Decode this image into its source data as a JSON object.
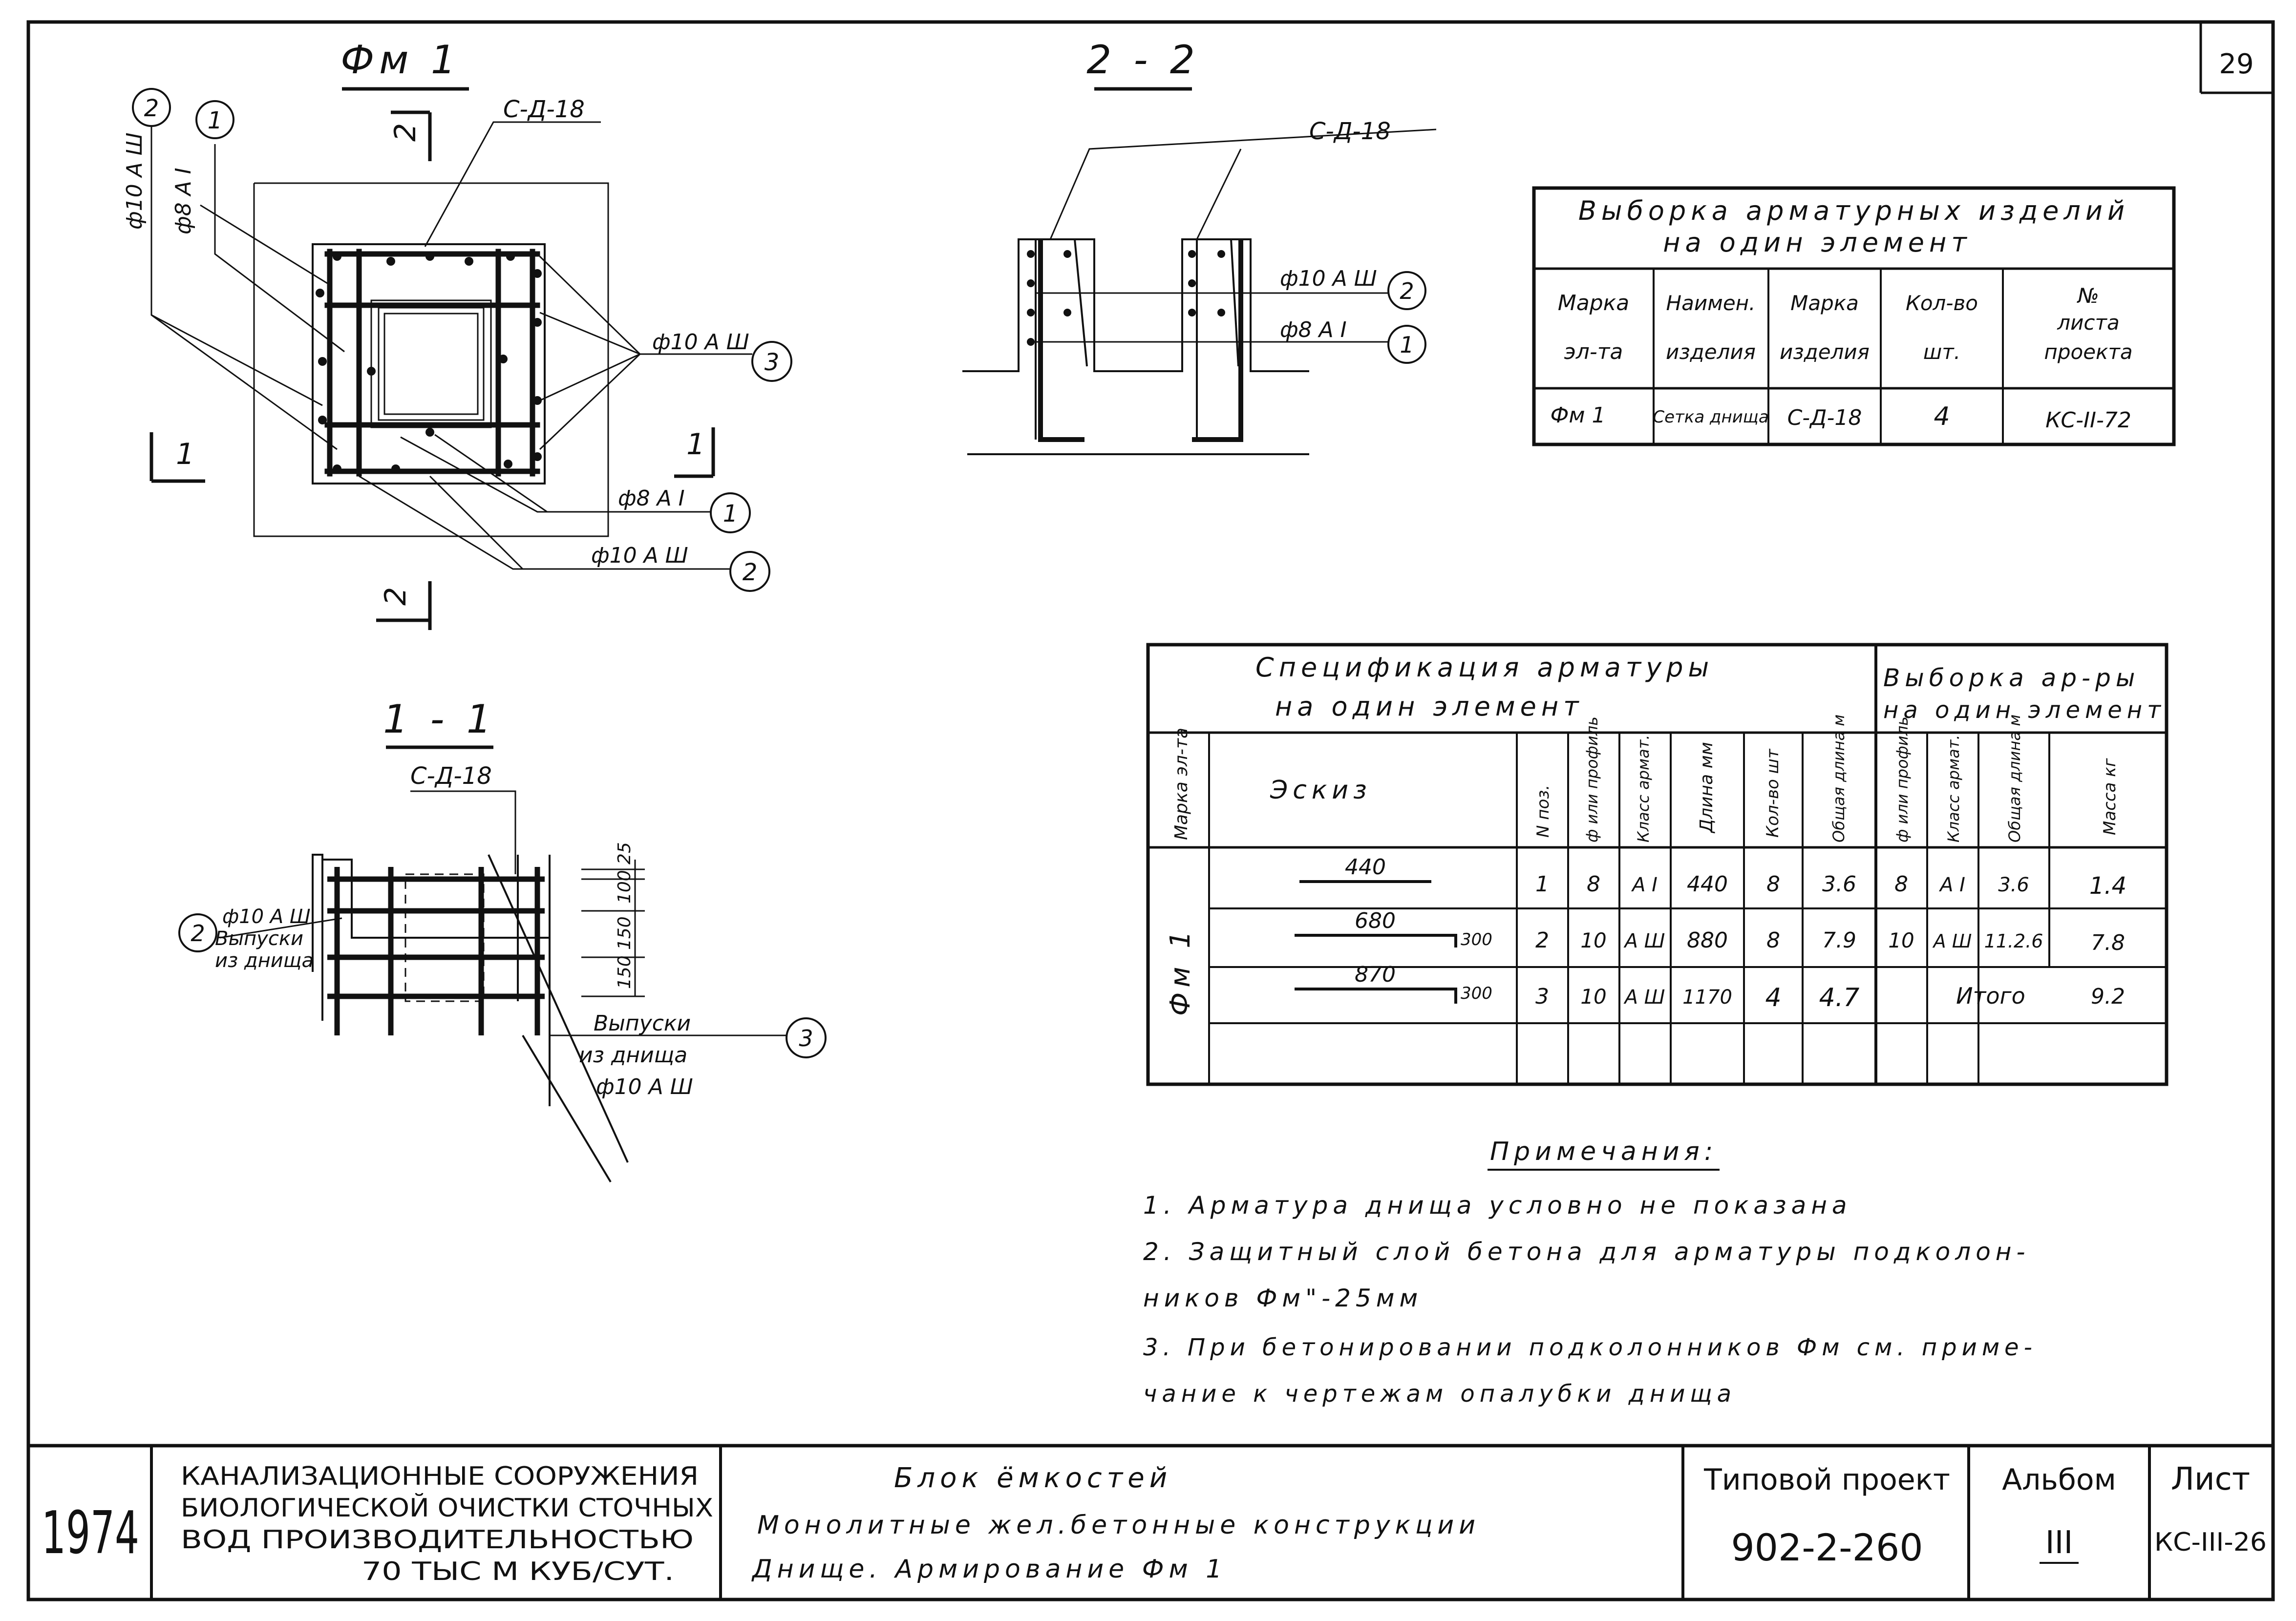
{
  "sheet_number": "29",
  "views": {
    "plan": {
      "title": "Фм 1",
      "section_mark": "2",
      "section_mark_1": "1",
      "mesh_label": "С-Д-18",
      "callouts": [
        {
          "text": "ф10 А Ш",
          "num": "2"
        },
        {
          "text": "ф8 А I",
          "num": "1"
        },
        {
          "text": "ф10 А Ш",
          "num": "3"
        },
        {
          "text": "ф8 А I",
          "num": "1"
        },
        {
          "text": "ф10 А Ш",
          "num": "2"
        }
      ]
    },
    "section_2_2": {
      "title": "2 - 2",
      "mesh_label": "С-Д-18",
      "callouts": [
        {
          "text": "ф10 А Ш",
          "num": "2"
        },
        {
          "text": "ф8 А I",
          "num": "1"
        }
      ]
    },
    "section_1_1": {
      "title": "1 - 1",
      "mesh_label": "С-Д-18",
      "left_callout_1": "ф10 А Ш",
      "left_callout_2": "Выпуски",
      "left_callout_3": "из днища",
      "left_num": "2",
      "right_callout_1": "Выпуски",
      "right_callout_2": "из днища",
      "right_callout_3": "ф10 А Ш",
      "right_num": "3",
      "dims": [
        "25",
        "100",
        "150",
        "150"
      ]
    }
  },
  "selection_table": {
    "title_1": "Выборка арматурных изделий",
    "title_2": "на один элемент",
    "headers": [
      [
        "Марка",
        "эл-та"
      ],
      [
        "Наимен.",
        "изделия"
      ],
      [
        "Марка",
        "изделия"
      ],
      [
        "Кол-во",
        "шт."
      ],
      [
        "№",
        "листа",
        "проекта"
      ]
    ],
    "row": [
      "Фм 1",
      "Сетка днища",
      "С-Д-18",
      "4",
      "КС-II-72"
    ]
  },
  "spec_table": {
    "title_left_1": "Спецификация арматуры",
    "title_left_2": "на один элемент",
    "title_right_1": "Выборка ар-ры",
    "title_right_2": "на один элемент",
    "headers": {
      "mark": "Марка эл-та",
      "sketch": "Эскиз",
      "pos": "N поз.",
      "dia": "ф или профиль",
      "cls": "Класс армат.",
      "len": "Длина мм",
      "qty": "Кол-во шт",
      "total": "Общая длина м",
      "dia2": "ф или профиль",
      "cls2": "Класс армат.",
      "total2": "Общая длина м",
      "mass": "Масса кг"
    },
    "element_mark": "Фм 1",
    "rows": [
      {
        "sketch_len": "440",
        "sketch_hook": "",
        "pos": "1",
        "dia": "8",
        "cls": "А I",
        "len": "440",
        "qty": "8",
        "total": "3.6",
        "dia2": "8",
        "cls2": "А I",
        "total2": "3.6",
        "mass": "1.4"
      },
      {
        "sketch_len": "680",
        "sketch_hook": "300",
        "pos": "2",
        "dia": "10",
        "cls": "А Ш",
        "len": "880",
        "qty": "8",
        "total": "7.9",
        "dia2": "10",
        "cls2": "А Ш",
        "total2": "11.2.6",
        "mass": "7.8"
      },
      {
        "sketch_len": "870",
        "sketch_hook": "300",
        "pos": "3",
        "dia": "10",
        "cls": "А Ш",
        "len": "1170",
        "qty": "4",
        "total": "4.7",
        "dia2": "",
        "cls2": "",
        "total2": "",
        "mass": "9.2"
      }
    ],
    "total_label": "Итого"
  },
  "notes": {
    "title": "Примечания:",
    "items": [
      "1. Арматура днища условно не показана",
      "2. Защитный слой бетона для арматуры подколон-",
      "ников Фм\"-25мм",
      "3. При бетонировании подколонников Фм см. приме-",
      "чание к чертежам опалубки днища"
    ]
  },
  "title_block": {
    "year": "1974",
    "org_1": "КАНАЛИЗАЦИОННЫЕ СООРУЖЕНИЯ",
    "org_2": "БИОЛОГИЧЕСКОЙ ОЧИСТКИ СТОЧНЫХ",
    "org_3": "ВОД ПРОИЗВОДИТЕЛЬНОСТЬЮ",
    "org_4": "70 ТЫС М КУБ/СУТ.",
    "desc_1": "Блок ёмкостей",
    "desc_2": "Монолитные жел.бетонные конструкции",
    "desc_3": "Днище. Армирование Фм 1",
    "proj_label": "Типовой проект",
    "proj_value": "902-2-260",
    "album_label": "Альбом",
    "album_value": "III",
    "sheet_label": "Лист",
    "sheet_value": "КС-III-26"
  }
}
